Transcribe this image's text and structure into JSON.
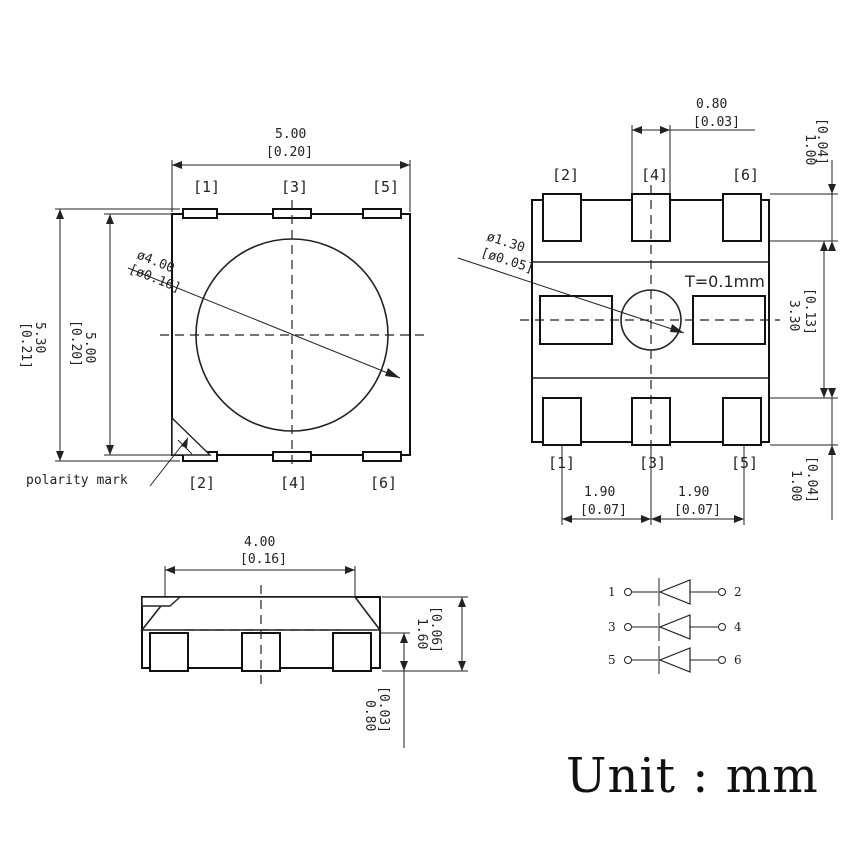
{
  "top_view": {
    "pins_top": [
      "[1]",
      "[3]",
      "[5]"
    ],
    "pins_bottom": [
      "[2]",
      "[4]",
      "[6]"
    ],
    "dim_width": "5.00",
    "dim_width_in": "[0.20]",
    "dim_height_outer": "5.30",
    "dim_height_outer_in": "[0.21]",
    "dim_height_inner": "5.00",
    "dim_height_inner_in": "[0.20]",
    "lens_dia": "ø4.00",
    "lens_dia_in": "[ø0.16]",
    "polarity_label": "polarity mark"
  },
  "bottom_view": {
    "pins_top": [
      "[2]",
      "[4]",
      "[6]"
    ],
    "pins_bottom": [
      "[1]",
      "[3]",
      "[5]"
    ],
    "dim_pad_width": "0.80",
    "dim_pad_width_in": "[0.03]",
    "dim_pad_height_top": "1.00",
    "dim_pad_height_top_in": "[0.04]",
    "dim_body": "3.30",
    "dim_body_in": "[0.13]",
    "dim_pad_height_bottom": "1.00",
    "dim_pad_height_bottom_in": "[0.04]",
    "dim_pitch_left": "1.90",
    "dim_pitch_left_in": "[0.07]",
    "dim_pitch_right": "1.90",
    "dim_pitch_right_in": "[0.07]",
    "hole_dia": "ø1.30",
    "hole_dia_in": "[ø0.05]",
    "thickness_note": "T=0.1mm"
  },
  "side_view": {
    "dim_width": "4.00",
    "dim_width_in": "[0.16]",
    "dim_height": "1.60",
    "dim_height_in": "[0.06]",
    "dim_lead": "0.80",
    "dim_lead_in": "[0.03]"
  },
  "schematic": {
    "rows": [
      {
        "left": "1",
        "right": "2"
      },
      {
        "left": "3",
        "right": "4"
      },
      {
        "left": "5",
        "right": "6"
      }
    ]
  },
  "unit_label": "Unit : mm"
}
